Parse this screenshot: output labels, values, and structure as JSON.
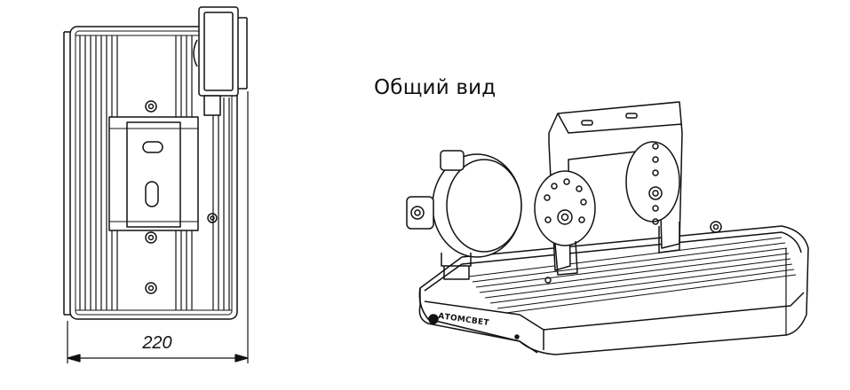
{
  "caption": "Общий вид",
  "dimension": {
    "width_label": "220"
  },
  "logo_text": "АТОМСВЕТ"
}
